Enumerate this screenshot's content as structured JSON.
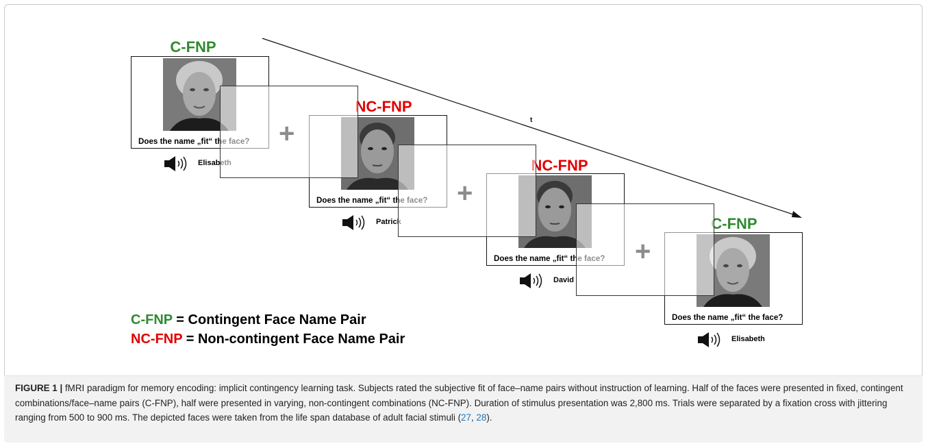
{
  "figure": {
    "trials": [
      {
        "condition": "C-FNP",
        "question": "Does the name „fit“ the face?",
        "name": "Elisabeth",
        "face": "elderly-woman"
      },
      {
        "condition": "NC-FNP",
        "question": "Does the name „fit“ the face?",
        "name": "Patrick",
        "face": "young-man"
      },
      {
        "condition": "NC-FNP",
        "question": "Does the name „fit“ the face?",
        "name": "David",
        "face": "young-man"
      },
      {
        "condition": "C-FNP",
        "question": "Does the name „fit“ the face?",
        "name": "Elisabeth",
        "face": "elderly-woman"
      }
    ],
    "fixation_symbol": "+",
    "time_axis_label": "t",
    "legend": [
      {
        "abbr": "C-FNP",
        "sep": " = ",
        "text": "Contingent Face Name Pair",
        "color": "#2f8a2f"
      },
      {
        "abbr": "NC-FNP",
        "sep": " = ",
        "text": "Non-contingent Face Name Pair",
        "color": "#e00000"
      }
    ],
    "colors": {
      "contingent": "#2f8a2f",
      "noncontingent": "#e00000",
      "caption_bg": "#f2f2f2",
      "ref_link": "#1e73be"
    }
  },
  "caption": {
    "label": "FIGURE 1 |",
    "text_before_refs": " fMRI paradigm for memory encoding: implicit contingency learning task. Subjects rated the subjective fit of face–name pairs without instruction of learning. Half of the faces were presented in fixed, contingent combinations/face–name pairs (C-FNP), half were presented in varying, non-contingent combinations (NC-FNP). Duration of stimulus presentation was 2,800 ms. Trials were separated by a fixation cross with jittering ranging from 500 to 900 ms. The depicted faces were taken from the life span database of adult facial stimuli (",
    "ref1": "27",
    "ref_sep": ", ",
    "ref2": "28",
    "text_after_refs": ")."
  }
}
